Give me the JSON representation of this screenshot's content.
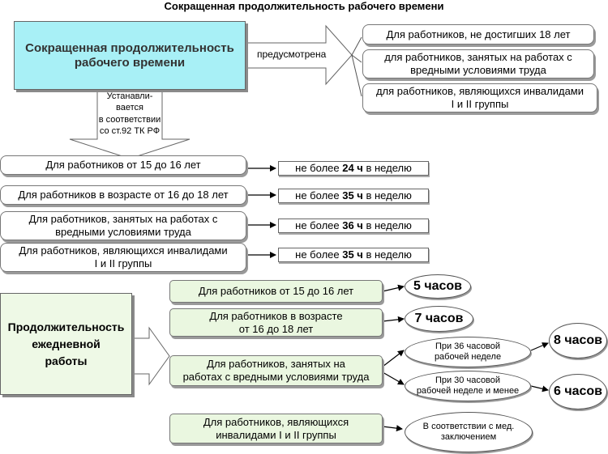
{
  "title": "Сокращенная продолжительность рабочего времени",
  "colors": {
    "cyan_box": "#a8f0f6",
    "green_box": "#eaf7e0",
    "light_green_box": "#eef9e6",
    "border": "#777777"
  },
  "main_box": {
    "line1": "Сокращенная продолжительность",
    "line2": "рабочего времени"
  },
  "provided_arrow_label": "предусмотрена",
  "provided_items": [
    {
      "line1": "Для работников, не достигших 18 лет",
      "line2": ""
    },
    {
      "line1": "для работников, занятых на работах с",
      "line2": "вредными условиями труда"
    },
    {
      "line1": "для работников, являющихся инвалидами",
      "line2": "I и II группы"
    }
  ],
  "down_arrow_lines": [
    "Устанавли-",
    "вается",
    "в соответствии",
    "со ст.92 ТК РФ"
  ],
  "weekly_rows": [
    {
      "cat_line1": "Для работников от 15 до 16 лет",
      "cat_line2": "",
      "prefix": "не более ",
      "hours": "24 ч",
      "suffix": " в неделю"
    },
    {
      "cat_line1": "Для работников в возрасте от 16 до 18 лет",
      "cat_line2": "",
      "prefix": "не более ",
      "hours": "35 ч",
      "suffix": " в неделю"
    },
    {
      "cat_line1": "Для работников, занятых на работах с",
      "cat_line2": "вредными  условиями труда",
      "prefix": "не более ",
      "hours": "36 ч",
      "suffix": " в неделю"
    },
    {
      "cat_line1": "Для работников, являющихся инвалидами",
      "cat_line2": "I и II группы",
      "prefix": "не более ",
      "hours": "35 ч",
      "suffix": " в неделю"
    }
  ],
  "daily_box": {
    "line1": "Продолжительность",
    "line2": "ежедневной",
    "line3": "работы"
  },
  "daily_items": [
    {
      "line1": "Для работников от 15 до 16 лет",
      "line2": ""
    },
    {
      "line1": "Для работников в возрасте",
      "line2": "от 16 до 18 лет"
    },
    {
      "line1": "Для работников, занятых на",
      "line2": "работах с вредными  условиями труда"
    },
    {
      "line1": "Для работников, являющихся",
      "line2": "инвалидами I и II группы"
    }
  ],
  "daily_results": {
    "r1": "5 часов",
    "r2": "7 часов",
    "week36_line1": "При 36 часовой",
    "week36_line2": "рабочей неделе",
    "week30_line1": "При 30 часовой",
    "week30_line2": "рабочей неделе и менее",
    "r36": "8 часов",
    "r30": "6 часов",
    "medical_line1": "В соответствии с мед.",
    "medical_line2": "заключением"
  }
}
